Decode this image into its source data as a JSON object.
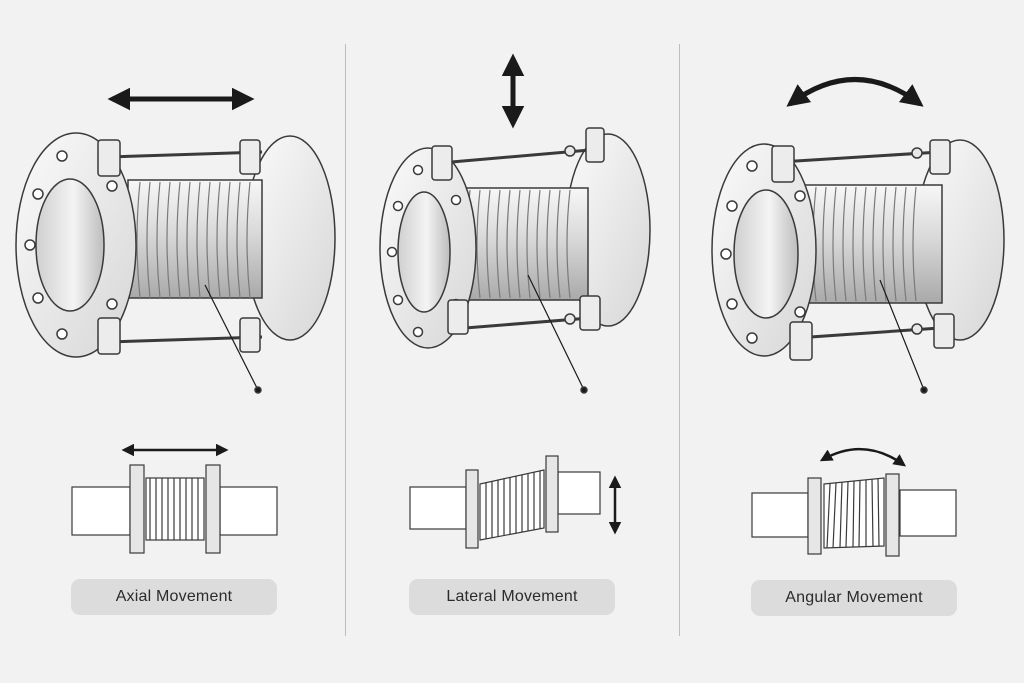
{
  "panels": [
    {
      "label": "Axial Movement",
      "movement": "axial"
    },
    {
      "label": "Lateral Movement",
      "movement": "lateral"
    },
    {
      "label": "Angular Movement",
      "movement": "angular"
    }
  ],
  "icons": {
    "axial": "double-arrow-horizontal-icon",
    "lateral": "double-arrow-vertical-icon",
    "angular": "curved-double-arrow-icon"
  },
  "colors": {
    "background": "#f2f2f2",
    "outline": "#3a3a3a",
    "pill": "#dcdcdc",
    "divider": "#bdbdbd"
  }
}
